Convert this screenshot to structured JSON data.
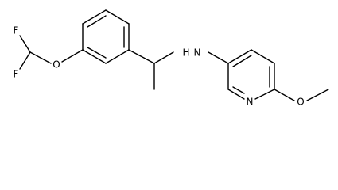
{
  "structure": {
    "atoms": {
      "f_top": "F",
      "f_bottom": "F",
      "o_ether": "O",
      "n_amine": "N",
      "h_amine": "H",
      "n_pyridine": "N",
      "o_methoxy": "O"
    }
  }
}
